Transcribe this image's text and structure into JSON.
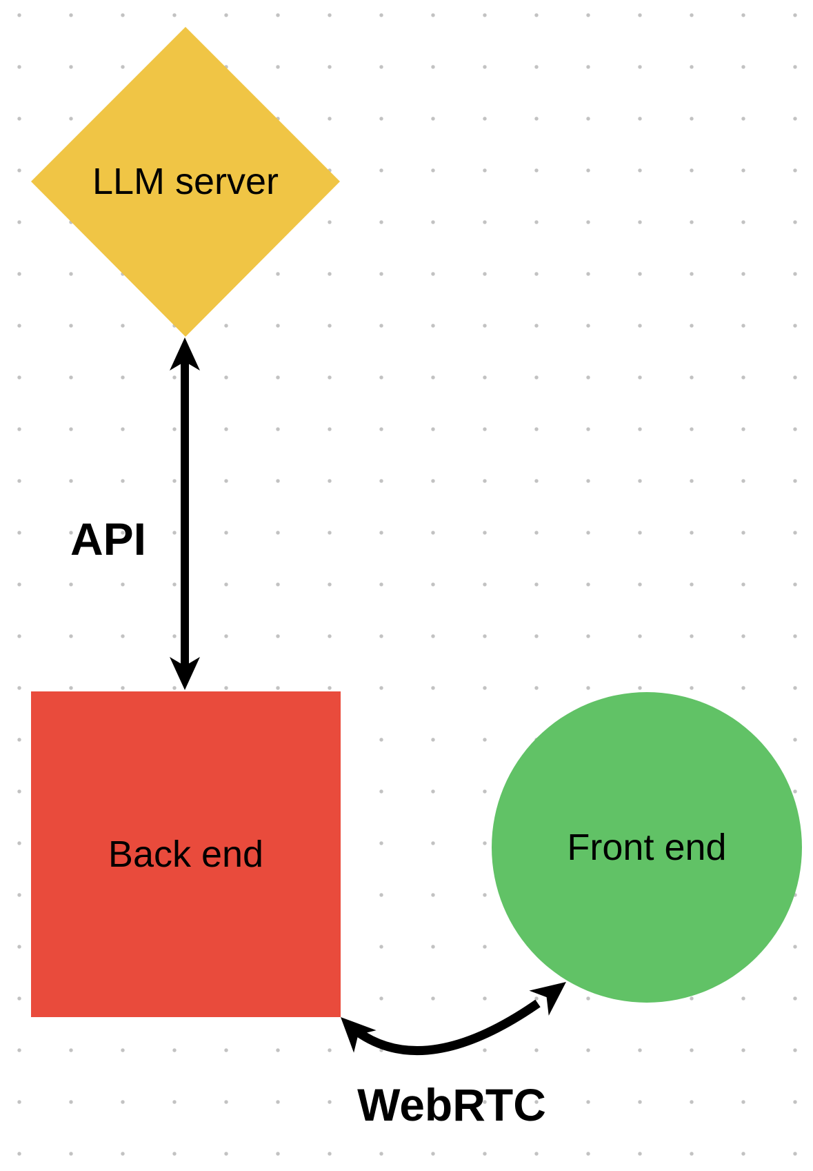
{
  "canvas": {
    "background": "#ffffff",
    "dot_color": "#c2c2c2",
    "arrow_color": "#000000",
    "text_color": "#000000"
  },
  "nodes": {
    "llm_server": {
      "label": "LLM server",
      "shape": "diamond",
      "color": "#F0C545"
    },
    "back_end": {
      "label": "Back end",
      "shape": "square",
      "color": "#E94B3C"
    },
    "front_end": {
      "label": "Front end",
      "shape": "circle",
      "color": "#61C266"
    }
  },
  "connectors": {
    "api": {
      "label": "API",
      "from": "LLM server",
      "to": "Back end",
      "style": "double-arrow-straight"
    },
    "webrtc": {
      "label": "WebRTC",
      "from": "Back end",
      "to": "Front end",
      "style": "double-arrow-curved"
    }
  }
}
